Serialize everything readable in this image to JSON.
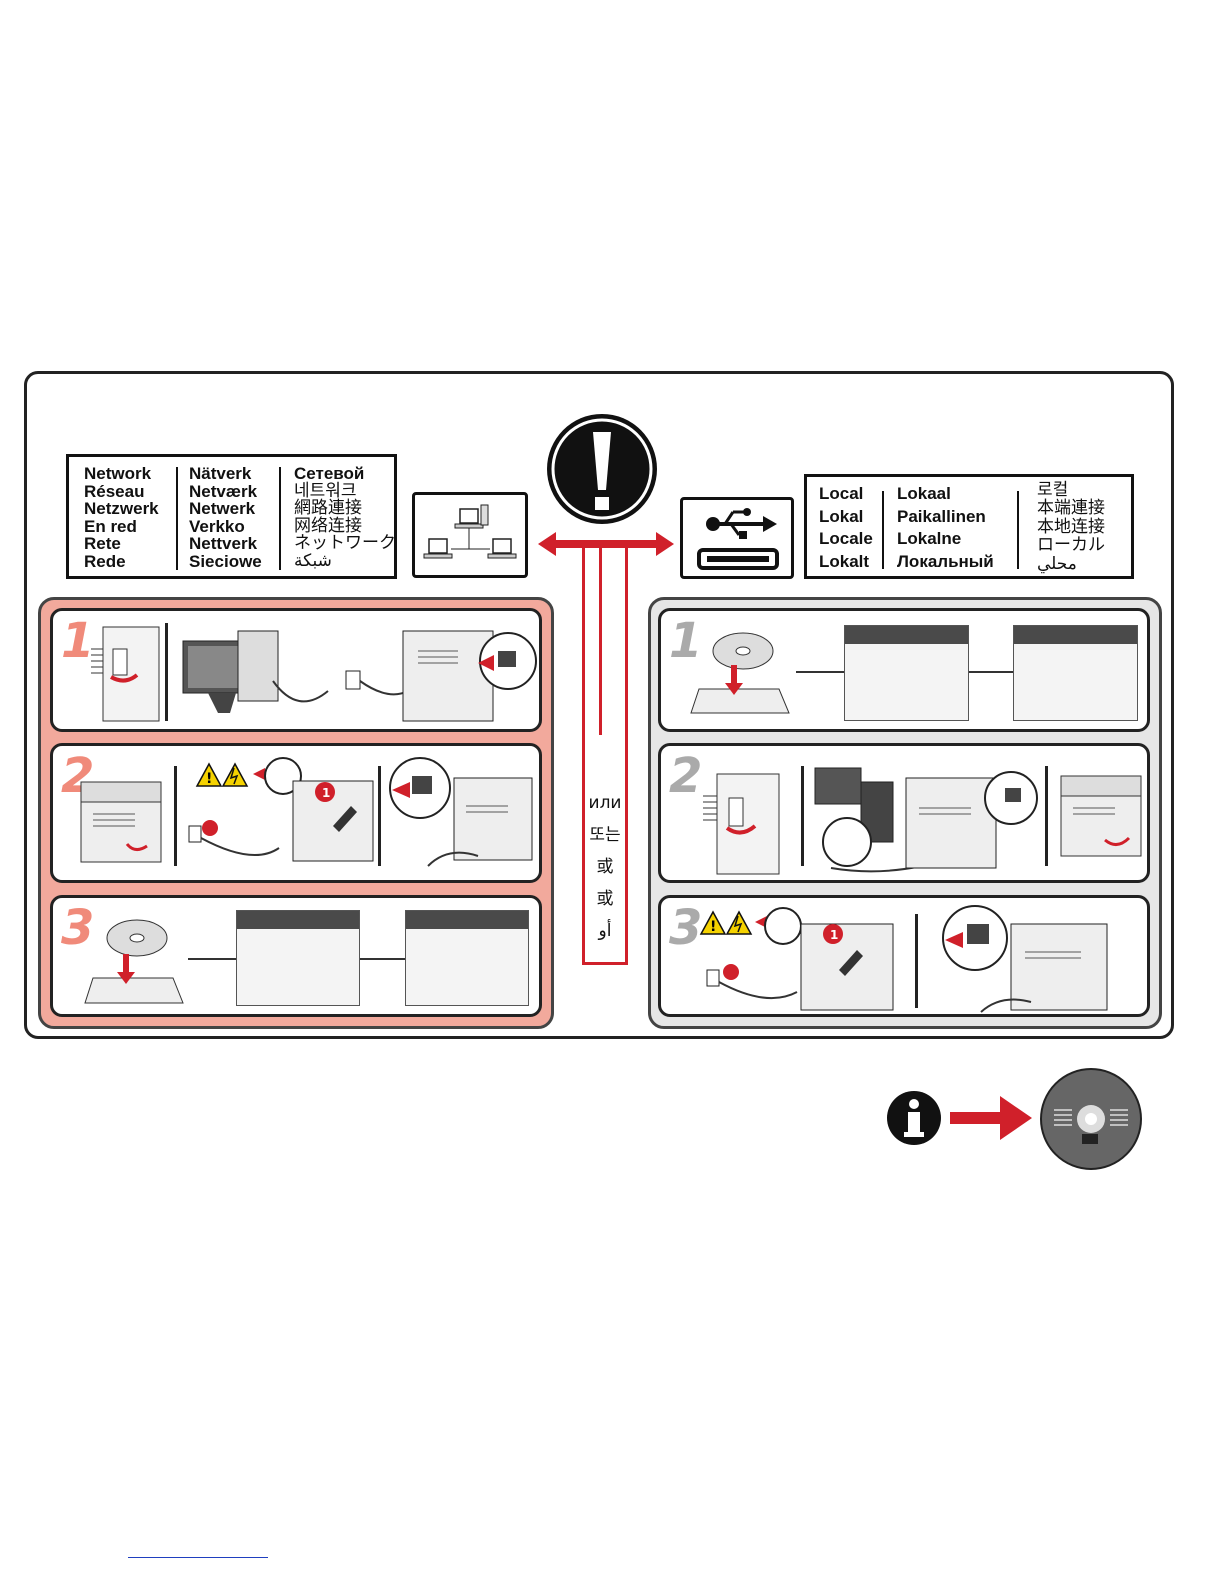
{
  "network": {
    "col1": [
      "Network",
      "Réseau",
      "Netzwerk",
      "En red",
      "Rete",
      "Rede"
    ],
    "col2": [
      "Nätverk",
      "Netværk",
      "Netwerk",
      "Verkko",
      "Nettverk",
      "Sieciowe"
    ],
    "col3": [
      "Сетевой",
      "네트워크",
      "網路連接",
      "网络连接",
      "ネットワーク",
      "شبكة"
    ]
  },
  "local": {
    "col1": [
      "Local",
      "Lokal",
      "Locale",
      "Lokalt"
    ],
    "col2": [
      "Lokaal",
      "Paikallinen",
      "Lokalne",
      "Локальный"
    ],
    "col3": [
      "로컬",
      "本端連接",
      "本地连接",
      "ローカル",
      "محلي"
    ]
  },
  "or_words": [
    "или",
    "또는",
    "或",
    "或",
    "أو"
  ],
  "steps": {
    "left": [
      "1",
      "2",
      "3"
    ],
    "right": [
      "1",
      "2",
      "3"
    ]
  },
  "colors": {
    "accent_red": "#d0202a",
    "network_panel": "#f2a99c",
    "local_panel": "#e6e6e6"
  },
  "icons": [
    "warning-icon",
    "network-icon",
    "usb-icon",
    "info-icon",
    "cd-icon",
    "exclamation-icon"
  ]
}
